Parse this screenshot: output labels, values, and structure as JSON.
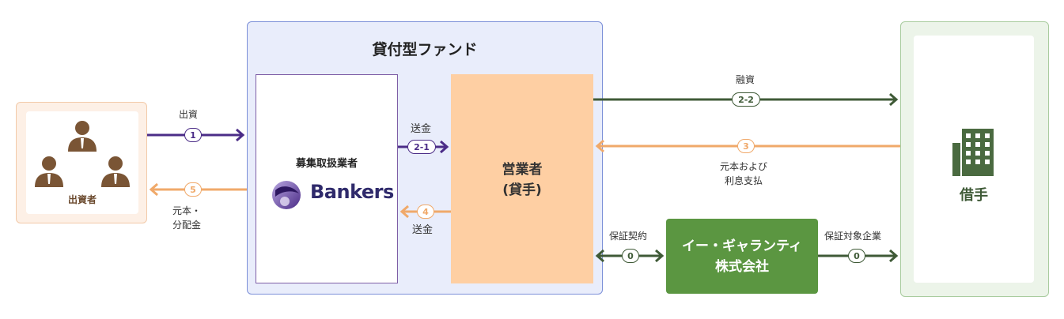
{
  "investor": {
    "label": "出資者"
  },
  "fund": {
    "title": "貸付型ファンド",
    "bankers_label": "募集取扱業者",
    "bankers_logo_text": "Bankers",
    "operator_line1": "営業者",
    "operator_line2": "(貸手)"
  },
  "borrower": {
    "label": "借手"
  },
  "guarantee": {
    "line1": "イー・ギャランティ",
    "line2": "株式会社"
  },
  "flows": {
    "investment": {
      "label": "出資",
      "step": "1"
    },
    "principal_dist": {
      "label_line1": "元本・",
      "label_line2": "分配金",
      "step": "5"
    },
    "remit": {
      "label": "送金",
      "step": "2-1"
    },
    "remit_back": {
      "label": "送金",
      "step": "4"
    },
    "loan": {
      "label": "融資",
      "step": "2-2"
    },
    "repayment": {
      "label_line1": "元本および",
      "label_line2": "利息支払",
      "step": "3"
    },
    "guarantee_contract": {
      "label": "保証契約",
      "step": "0"
    },
    "guarantee_target": {
      "label": "保証対象企業",
      "step": "0"
    }
  },
  "colors": {
    "purple": "#4b2c87",
    "orange": "#f0a96a",
    "green": "#3f5a37",
    "investor_icon": "#7a5535",
    "borrower_icon": "#4a6a40"
  },
  "icons": {
    "investors": "people-group-icon",
    "borrower": "office-building-icon",
    "bankers": "bankers-logo-icon"
  }
}
